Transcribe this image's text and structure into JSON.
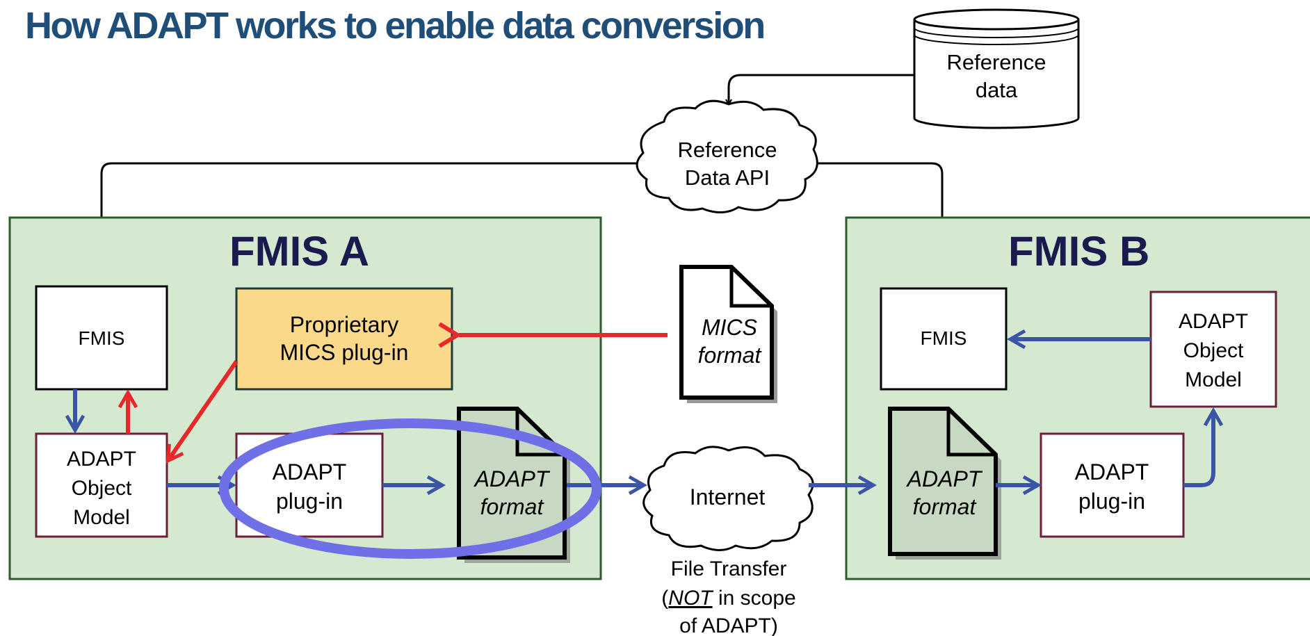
{
  "title": "How ADAPT works to enable data conversion",
  "nodes": {
    "reference_data": [
      "Reference",
      "data"
    ],
    "reference_api": [
      "Reference",
      "Data API"
    ],
    "fmis_a_title": "FMIS A",
    "fmis_b_title": "FMIS B",
    "fmis_a_box": "FMIS",
    "fmis_b_box": "FMIS",
    "proprietary_plugin": [
      "Proprietary",
      "MICS plug-in"
    ],
    "mics_format": [
      "MICS",
      "format"
    ],
    "adapt_model_a": [
      "ADAPT",
      "Object",
      "Model"
    ],
    "adapt_model_b": [
      "ADAPT",
      "Object",
      "Model"
    ],
    "adapt_plugin_a": [
      "ADAPT",
      "plug-in"
    ],
    "adapt_plugin_b": [
      "ADAPT",
      "plug-in"
    ],
    "adapt_format_a": [
      "ADAPT",
      "format"
    ],
    "adapt_format_b": [
      "ADAPT",
      "format"
    ],
    "internet": "Internet",
    "file_transfer": {
      "line1": "File Transfer",
      "line2_open": "(",
      "line2_not": "NOT",
      "line2_rest": " in scope",
      "line3_pre": "of ADAPT",
      "line3_close": ")"
    }
  },
  "colors": {
    "title": "#1f4e79",
    "panel_fill": "#d5e8d0",
    "panel_border": "#2e5a2e",
    "proprietary_fill": "#fbd98a",
    "adapt_border": "#6b1f3a",
    "blue_arrow": "#3a55a5",
    "red_arrow": "#e8282a",
    "highlight": "#6f6fe8"
  }
}
